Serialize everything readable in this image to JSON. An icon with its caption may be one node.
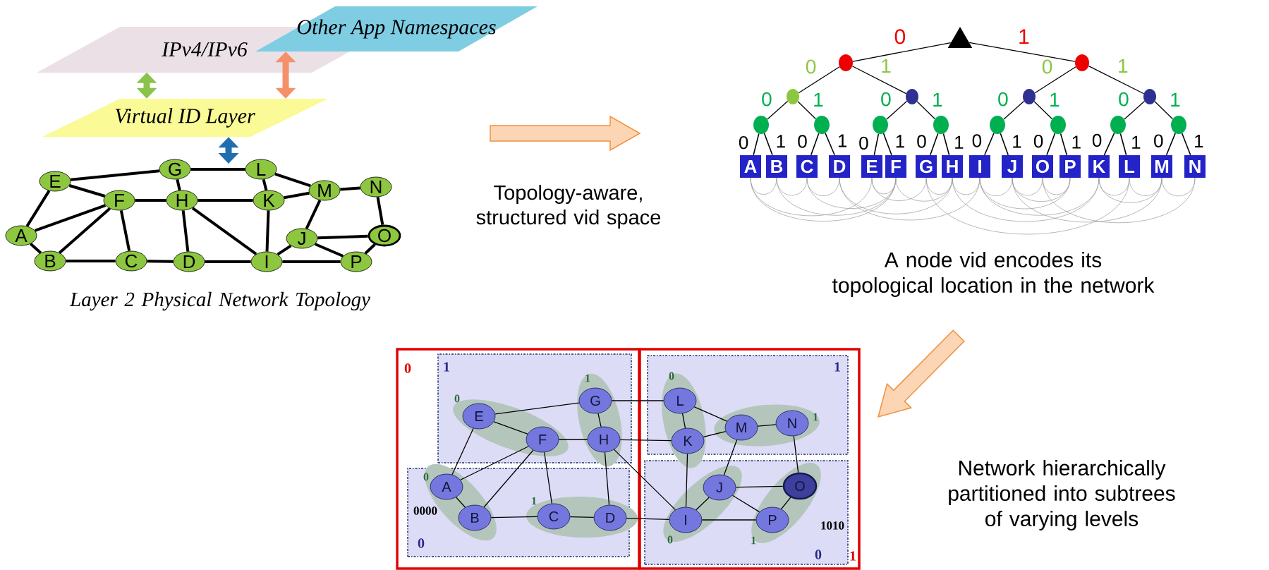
{
  "diagram": {
    "nodes": [
      {
        "text": [
          "IPv4/IPv6"
        ]
      },
      {
        "text": [
          "Other App Namespaces"
        ]
      },
      {
        "text": [
          "Virtual ID Layer"
        ]
      },
      {
        "text": [
          "A"
        ]
      },
      {
        "text": [
          "B"
        ]
      },
      {
        "text": [
          "C"
        ]
      },
      {
        "text": [
          "D"
        ]
      },
      {
        "text": [
          "E"
        ]
      },
      {
        "text": [
          "F"
        ]
      },
      {
        "text": [
          "G"
        ]
      },
      {
        "text": [
          "H"
        ]
      },
      {
        "text": [
          "I"
        ]
      },
      {
        "text": [
          "J"
        ]
      },
      {
        "text": [
          "K"
        ]
      },
      {
        "text": [
          "L"
        ]
      },
      {
        "text": [
          "M"
        ]
      },
      {
        "text": [
          "N"
        ]
      },
      {
        "text": [
          "O"
        ]
      },
      {
        "text": [
          "P"
        ]
      },
      {
        "text": [],
        "shape": "triangle"
      },
      {
        "text": [],
        "shape": "circle"
      },
      {
        "text": [],
        "shape": "circle"
      },
      {
        "text": [],
        "shape": "circle"
      },
      {
        "text": [],
        "shape": "circle"
      },
      {
        "text": [],
        "shape": "circle"
      },
      {
        "text": [],
        "shape": "circle"
      },
      {
        "text": [],
        "shape": "circle"
      },
      {
        "text": [],
        "shape": "circle"
      },
      {
        "text": [],
        "shape": "circle"
      },
      {
        "text": [],
        "shape": "circle"
      },
      {
        "text": [],
        "shape": "circle"
      },
      {
        "text": [],
        "shape": "circle"
      },
      {
        "text": [],
        "shape": "circle"
      },
      {
        "text": [],
        "shape": "circle"
      },
      {
        "text": [
          "A"
        ]
      },
      {
        "text": [
          "B"
        ]
      },
      {
        "text": [
          "C"
        ]
      },
      {
        "text": [
          "D"
        ]
      },
      {
        "text": [
          "E"
        ]
      },
      {
        "text": [
          "F"
        ]
      },
      {
        "text": [
          "G"
        ]
      },
      {
        "text": [
          "H"
        ]
      },
      {
        "text": [
          "I"
        ]
      },
      {
        "text": [
          "J"
        ]
      },
      {
        "text": [
          "O"
        ]
      },
      {
        "text": [
          "P"
        ]
      },
      {
        "text": [
          "K"
        ]
      },
      {
        "text": [
          "L"
        ]
      },
      {
        "text": [
          "M"
        ]
      },
      {
        "text": [
          "N"
        ]
      },
      {
        "text": [
          "0"
        ]
      },
      {
        "text": [
          "1"
        ]
      },
      {
        "text": [
          "1"
        ],
        "in": 50
      },
      {
        "text": [
          "0"
        ],
        "in": 50,
        "beside": [
          "0000"
        ]
      },
      {
        "text": [
          "1"
        ],
        "in": 51
      },
      {
        "text": [
          "0"
        ],
        "in": 51,
        "beside": [
          "1010"
        ]
      },
      {
        "text": [
          "0"
        ],
        "in": 52
      },
      {
        "text": [
          "1"
        ],
        "in": 52
      },
      {
        "text": [
          "0"
        ],
        "in": 53
      },
      {
        "text": [
          "1"
        ],
        "in": 53
      },
      {
        "text": [
          "0"
        ],
        "in": 54
      },
      {
        "text": [
          "1"
        ],
        "in": 54
      },
      {
        "text": [
          "0"
        ],
        "in": 55
      },
      {
        "text": [
          "1"
        ],
        "in": 55
      },
      {
        "text": [
          "A"
        ],
        "in": 58
      },
      {
        "text": [
          "B"
        ],
        "in": 58
      },
      {
        "text": [
          "C"
        ],
        "in": 59
      },
      {
        "text": [
          "D"
        ],
        "in": 59
      },
      {
        "text": [
          "E"
        ],
        "in": 56
      },
      {
        "text": [
          "F"
        ],
        "in": 56
      },
      {
        "text": [
          "G"
        ],
        "in": 57
      },
      {
        "text": [
          "H"
        ],
        "in": 57
      },
      {
        "text": [
          "I"
        ],
        "in": 62
      },
      {
        "text": [
          "J"
        ],
        "in": 62
      },
      {
        "text": [
          "K"
        ],
        "in": 60
      },
      {
        "text": [
          "L"
        ],
        "in": 60
      },
      {
        "text": [
          "M"
        ],
        "in": 61
      },
      {
        "text": [
          "N"
        ],
        "in": 61
      },
      {
        "text": [
          "O"
        ],
        "in": 63
      },
      {
        "text": [
          "P"
        ],
        "in": 63
      }
    ],
    "edges": [
      {
        "from": 0,
        "to": 2,
        "arrow": "both",
        "style": "thick",
        "color": "#8bc34a"
      },
      {
        "from": 1,
        "to": 2,
        "arrow": "both",
        "style": "thick",
        "color": "#f4916a"
      },
      {
        "from": 2,
        "to": null,
        "arrow": "both",
        "style": "thick",
        "color": "#1f6fb0"
      },
      {
        "from": 7,
        "to": 9,
        "arrow": "none",
        "style": "thick"
      },
      {
        "from": 9,
        "to": 14,
        "arrow": "none",
        "style": "thick"
      },
      {
        "from": 7,
        "to": 8,
        "arrow": "none",
        "style": "thick"
      },
      {
        "from": 7,
        "to": 3,
        "arrow": "none",
        "style": "thick"
      },
      {
        "from": 8,
        "to": 3,
        "arrow": "none",
        "style": "thick"
      },
      {
        "from": 8,
        "to": 4,
        "arrow": "none",
        "style": "thick"
      },
      {
        "from": 8,
        "to": 5,
        "arrow": "none",
        "style": "thick"
      },
      {
        "from": 8,
        "to": 10,
        "arrow": "none",
        "style": "thick"
      },
      {
        "from": 9,
        "to": 10,
        "arrow": "none",
        "style": "thick"
      },
      {
        "from": 10,
        "to": 6,
        "arrow": "none",
        "style": "thick"
      },
      {
        "from": 10,
        "to": 13,
        "arrow": "none",
        "style": "thick"
      },
      {
        "from": 10,
        "to": 11,
        "arrow": "none",
        "style": "thick"
      },
      {
        "from": 14,
        "to": 13,
        "arrow": "none",
        "style": "thick"
      },
      {
        "from": 14,
        "to": 15,
        "arrow": "none",
        "style": "thick"
      },
      {
        "from": 13,
        "to": 15,
        "arrow": "none",
        "style": "thick"
      },
      {
        "from": 15,
        "to": 16,
        "arrow": "none",
        "style": "thick"
      },
      {
        "from": 15,
        "to": 12,
        "arrow": "none",
        "style": "thick"
      },
      {
        "from": 16,
        "to": 17,
        "arrow": "none",
        "style": "thick"
      },
      {
        "from": 12,
        "to": 17,
        "arrow": "none",
        "style": "thick"
      },
      {
        "from": 12,
        "to": 18,
        "arrow": "none",
        "style": "thick"
      },
      {
        "from": 12,
        "to": 11,
        "arrow": "none",
        "style": "thick"
      },
      {
        "from": 13,
        "to": 11,
        "arrow": "none",
        "style": "thick"
      },
      {
        "from": 3,
        "to": 4,
        "arrow": "none",
        "style": "thick"
      },
      {
        "from": 4,
        "to": 5,
        "arrow": "none",
        "style": "thick"
      },
      {
        "from": 5,
        "to": 6,
        "arrow": "none",
        "style": "thick"
      },
      {
        "from": 6,
        "to": 11,
        "arrow": "none",
        "style": "thick"
      },
      {
        "from": 11,
        "to": 18,
        "arrow": "none",
        "style": "thick"
      },
      {
        "from": 18,
        "to": 17,
        "arrow": "none",
        "style": "thick"
      },
      {
        "from": 19,
        "to": 20,
        "arrow": "none",
        "label": "0"
      },
      {
        "from": 19,
        "to": 21,
        "arrow": "none",
        "label": "1"
      },
      {
        "from": 20,
        "to": 22,
        "arrow": "none",
        "label": "0"
      },
      {
        "from": 20,
        "to": 23,
        "arrow": "none",
        "label": "1"
      },
      {
        "from": 21,
        "to": 24,
        "arrow": "none",
        "label": "0"
      },
      {
        "from": 21,
        "to": 25,
        "arrow": "none",
        "label": "1"
      },
      {
        "from": 22,
        "to": 26,
        "arrow": "none",
        "label": "0"
      },
      {
        "from": 22,
        "to": 27,
        "arrow": "none",
        "label": "1"
      },
      {
        "from": 23,
        "to": 28,
        "arrow": "none",
        "label": "0"
      },
      {
        "from": 23,
        "to": 29,
        "arrow": "none",
        "label": "1"
      },
      {
        "from": 24,
        "to": 30,
        "arrow": "none",
        "label": "0"
      },
      {
        "from": 24,
        "to": 31,
        "arrow": "none",
        "label": "1"
      },
      {
        "from": 25,
        "to": 32,
        "arrow": "none",
        "label": "0"
      },
      {
        "from": 25,
        "to": 33,
        "arrow": "none",
        "label": "1"
      },
      {
        "from": 26,
        "to": 34,
        "arrow": "none",
        "label": "0"
      },
      {
        "from": 26,
        "to": 35,
        "arrow": "none",
        "label": "1"
      },
      {
        "from": 27,
        "to": 36,
        "arrow": "none",
        "label": "0"
      },
      {
        "from": 27,
        "to": 37,
        "arrow": "none",
        "label": "1"
      },
      {
        "from": 28,
        "to": 38,
        "arrow": "none",
        "label": "0"
      },
      {
        "from": 28,
        "to": 39,
        "arrow": "none",
        "label": "1"
      },
      {
        "from": 29,
        "to": 40,
        "arrow": "none",
        "label": "0"
      },
      {
        "from": 29,
        "to": 41,
        "arrow": "none",
        "label": "1"
      },
      {
        "from": 30,
        "to": 42,
        "arrow": "none",
        "label": "0"
      },
      {
        "from": 30,
        "to": 43,
        "arrow": "none",
        "label": "1"
      },
      {
        "from": 31,
        "to": 44,
        "arrow": "none",
        "label": "0"
      },
      {
        "from": 31,
        "to": 45,
        "arrow": "none",
        "label": "1"
      },
      {
        "from": 32,
        "to": 46,
        "arrow": "none",
        "label": "0"
      },
      {
        "from": 32,
        "to": 47,
        "arrow": "none",
        "label": "1"
      },
      {
        "from": 33,
        "to": 48,
        "arrow": "none",
        "label": "0"
      },
      {
        "from": 33,
        "to": 49,
        "arrow": "none",
        "label": "1"
      },
      {
        "from": 38,
        "to": 40,
        "arrow": "none",
        "color": "#999999"
      },
      {
        "from": 40,
        "to": 47,
        "arrow": "none",
        "color": "#999999"
      },
      {
        "from": 38,
        "to": 39,
        "arrow": "none",
        "color": "#999999"
      },
      {
        "from": 38,
        "to": 34,
        "arrow": "none",
        "color": "#999999"
      },
      {
        "from": 39,
        "to": 34,
        "arrow": "none",
        "color": "#999999"
      },
      {
        "from": 39,
        "to": 35,
        "arrow": "none",
        "color": "#999999"
      },
      {
        "from": 39,
        "to": 36,
        "arrow": "none",
        "color": "#999999"
      },
      {
        "from": 39,
        "to": 41,
        "arrow": "none",
        "color": "#999999"
      },
      {
        "from": 40,
        "to": 41,
        "arrow": "none",
        "color": "#999999"
      },
      {
        "from": 41,
        "to": 37,
        "arrow": "none",
        "color": "#999999"
      },
      {
        "from": 41,
        "to": 46,
        "arrow": "none",
        "color": "#999999"
      },
      {
        "from": 41,
        "to": 42,
        "arrow": "none",
        "color": "#999999"
      },
      {
        "from": 47,
        "to": 46,
        "arrow": "none",
        "color": "#999999"
      },
      {
        "from": 47,
        "to": 48,
        "arrow": "none",
        "color": "#999999"
      },
      {
        "from": 46,
        "to": 48,
        "arrow": "none",
        "color": "#999999"
      },
      {
        "from": 48,
        "to": 49,
        "arrow": "none",
        "color": "#999999"
      },
      {
        "from": 48,
        "to": 43,
        "arrow": "none",
        "color": "#999999"
      },
      {
        "from": 49,
        "to": 44,
        "arrow": "none",
        "color": "#999999"
      },
      {
        "from": 43,
        "to": 44,
        "arrow": "none",
        "color": "#999999"
      },
      {
        "from": 43,
        "to": 45,
        "arrow": "none",
        "color": "#999999"
      },
      {
        "from": 43,
        "to": 42,
        "arrow": "none",
        "color": "#999999"
      },
      {
        "from": 46,
        "to": 42,
        "arrow": "none",
        "color": "#999999"
      },
      {
        "from": 34,
        "to": 35,
        "arrow": "none",
        "color": "#999999"
      },
      {
        "from": 35,
        "to": 36,
        "arrow": "none",
        "color": "#999999"
      },
      {
        "from": 36,
        "to": 37,
        "arrow": "none",
        "color": "#999999"
      },
      {
        "from": 37,
        "to": 42,
        "arrow": "none",
        "color": "#999999"
      },
      {
        "from": 42,
        "to": 45,
        "arrow": "none",
        "color": "#999999"
      },
      {
        "from": 45,
        "to": 44,
        "arrow": "none",
        "color": "#999999"
      },
      {
        "from": 68,
        "to": 70,
        "arrow": "none"
      },
      {
        "from": 70,
        "to": 75,
        "arrow": "none"
      },
      {
        "from": 68,
        "to": 69,
        "arrow": "none"
      },
      {
        "from": 68,
        "to": 64,
        "arrow": "none"
      },
      {
        "from": 69,
        "to": 64,
        "arrow": "none"
      },
      {
        "from": 69,
        "to": 65,
        "arrow": "none"
      },
      {
        "from": 69,
        "to": 66,
        "arrow": "none"
      },
      {
        "from": 69,
        "to": 71,
        "arrow": "none"
      },
      {
        "from": 70,
        "to": 71,
        "arrow": "none"
      },
      {
        "from": 71,
        "to": 67,
        "arrow": "none"
      },
      {
        "from": 71,
        "to": 74,
        "arrow": "none"
      },
      {
        "from": 71,
        "to": 72,
        "arrow": "none"
      },
      {
        "from": 75,
        "to": 74,
        "arrow": "none"
      },
      {
        "from": 75,
        "to": 76,
        "arrow": "none"
      },
      {
        "from": 74,
        "to": 76,
        "arrow": "none"
      },
      {
        "from": 76,
        "to": 77,
        "arrow": "none"
      },
      {
        "from": 76,
        "to": 73,
        "arrow": "none"
      },
      {
        "from": 77,
        "to": 78,
        "arrow": "none"
      },
      {
        "from": 73,
        "to": 78,
        "arrow": "none"
      },
      {
        "from": 73,
        "to": 79,
        "arrow": "none"
      },
      {
        "from": 73,
        "to": 72,
        "arrow": "none"
      },
      {
        "from": 74,
        "to": 72,
        "arrow": "none"
      },
      {
        "from": 64,
        "to": 65,
        "arrow": "none"
      },
      {
        "from": 65,
        "to": 66,
        "arrow": "none"
      },
      {
        "from": 66,
        "to": 67,
        "arrow": "none"
      },
      {
        "from": 67,
        "to": 72,
        "arrow": "none"
      },
      {
        "from": 72,
        "to": 79,
        "arrow": "none"
      },
      {
        "from": 79,
        "to": 78,
        "arrow": "none"
      }
    ],
    "labels": [
      "Layer 2 Physical Network Topology",
      "Topology-aware, structured vid space",
      "A node vid encodes its topological location in the network",
      "Network hierarchically partitioned into subtrees of varying levels"
    ]
  }
}
